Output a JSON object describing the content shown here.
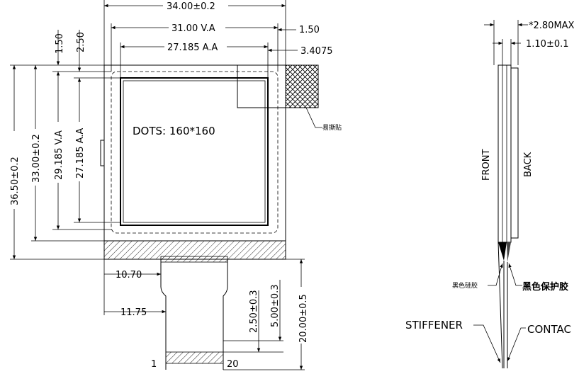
{
  "labels": {
    "overall_width": "34.00±0.2",
    "va_width": "31.00 V.A",
    "aa_width": "27.185 A.A",
    "right_1_50": "1.50",
    "right_3_4075": "3.4075",
    "top_1_50": "1.50",
    "top_2_50": "2.50",
    "overall_height": "36.50±0.2",
    "height_33": "33.00±0.2",
    "va_height": "29.185 V.A",
    "aa_height": "27.185 A.A",
    "dots": "DOTS: 160*160",
    "tear_tape": "易撕贴",
    "fpc_10_70": "10.70",
    "fpc_11_75": "11.75",
    "fpc_2_50": "2.50±0.3",
    "fpc_5_00": "5.00±0.3",
    "fpc_20_00": "20.00±0.5",
    "pin_1": "1",
    "pin_20": "20",
    "side_thickness_max": "*2.80MAX",
    "side_glass": "1.10±0.1",
    "front": "FRONT",
    "back": "BACK",
    "black_silicone": "黑色硅胶",
    "black_protect_glue": "黑色保护胶",
    "stiffener": "STIFFENER",
    "contact": "CONTAC"
  }
}
